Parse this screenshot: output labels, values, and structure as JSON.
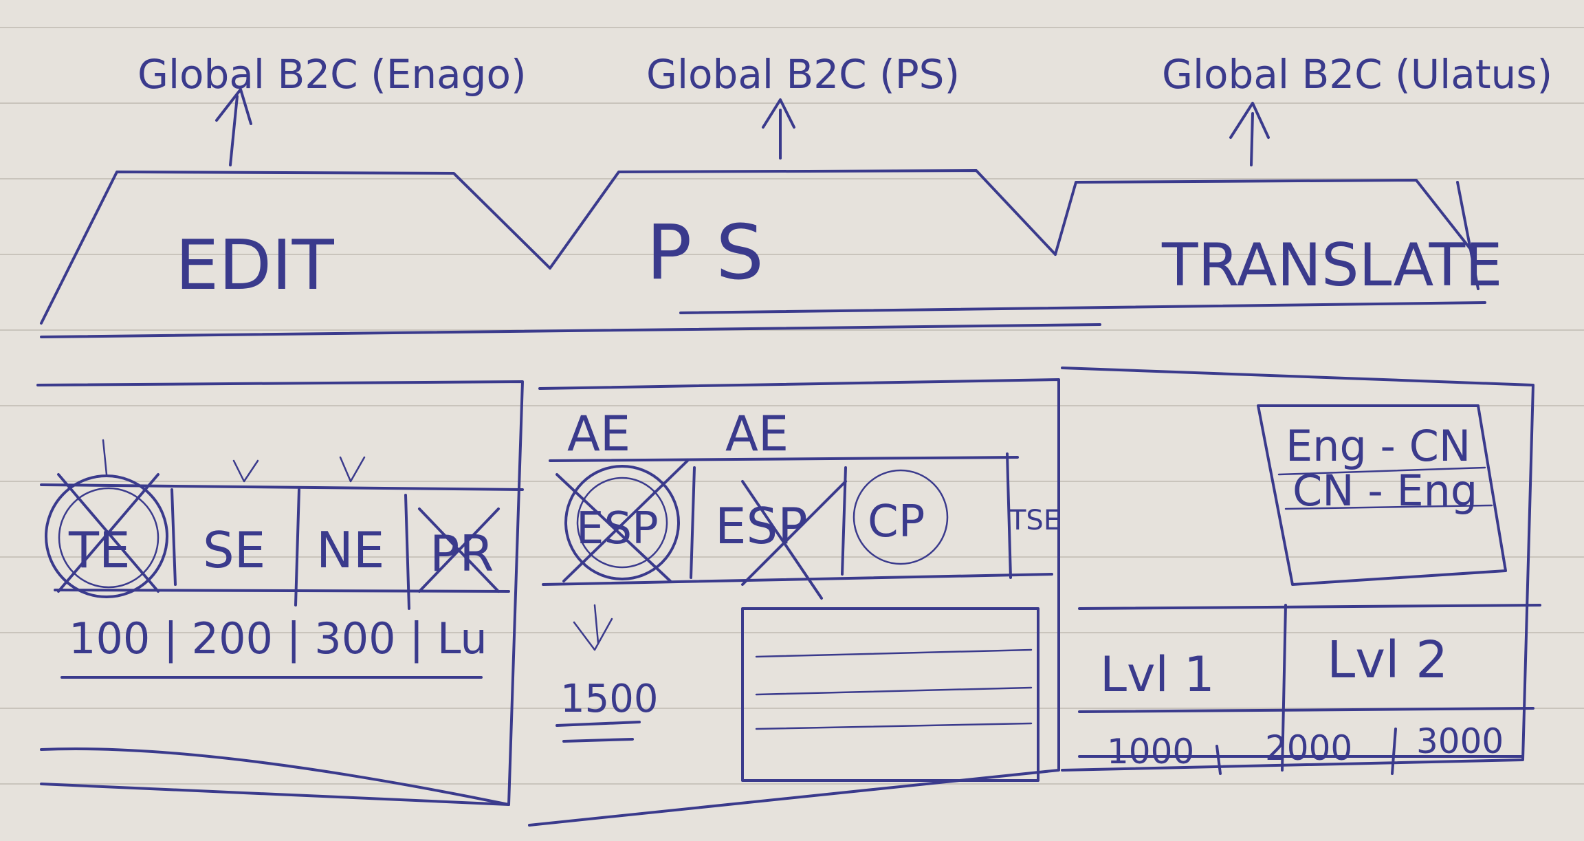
{
  "top_labels": {
    "edit": "Global B2C (Enago)",
    "ps": "Global B2C (PS)",
    "translate": "Global B2C (Ulatus)"
  },
  "flow_stages": {
    "edit": "EDIT",
    "ps": "P S",
    "translate": "TRANSLATE"
  },
  "edit_panel": {
    "tabs": [
      "TE",
      "SE",
      "NE",
      "PR"
    ],
    "prices": "100 | 200 | 300 | Lu"
  },
  "ps_panel": {
    "ae_labels": [
      "AE",
      "AE"
    ],
    "tabs": [
      "ESP",
      "ESP",
      "CP",
      "TSE"
    ],
    "price": "1500"
  },
  "translate_panel": {
    "lang_pairs": [
      "Eng - CN",
      "CN - Eng"
    ],
    "levels": [
      "Lvl 1",
      "Lvl 2"
    ],
    "prices": [
      "1000",
      "2000",
      "3000"
    ]
  },
  "colors": {
    "ink": "#3a3a8c",
    "paper": "#e6e2dc",
    "rule": "#c9c4bc"
  }
}
